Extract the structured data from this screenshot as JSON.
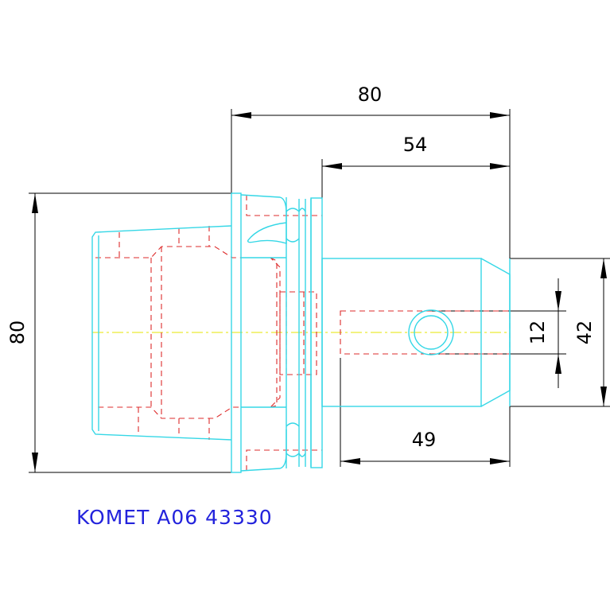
{
  "drawing": {
    "title": "KOMET A06 43330",
    "dimensions": {
      "overall_length": "80",
      "body_length": "54",
      "flange_height": "80",
      "body_height": "42",
      "bore_diameter": "12",
      "bore_depth": "49"
    },
    "colors": {
      "outline": "#35d7e6",
      "hidden": "#dd2b2b",
      "dimension": "#000000",
      "centerline": "#e6e600",
      "title": "#2323dc"
    }
  }
}
